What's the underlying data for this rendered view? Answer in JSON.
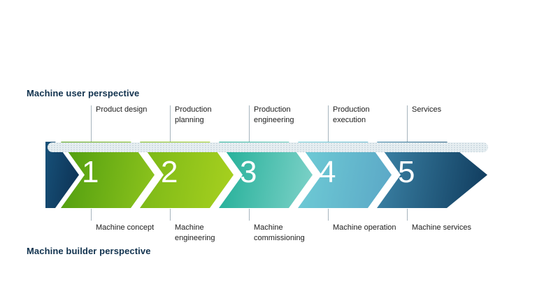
{
  "titles": {
    "top": "Machine user perspective",
    "bottom": "Machine builder perspective"
  },
  "phases": [
    {
      "number": "1",
      "top_label": "Product design",
      "bottom_label": "Machine concept",
      "gradient": [
        "#4e9c0f",
        "#8ec41d"
      ]
    },
    {
      "number": "2",
      "top_label": "Production planning",
      "bottom_label": "Machine engineering",
      "gradient": [
        "#79b717",
        "#a8d11f"
      ]
    },
    {
      "number": "3",
      "top_label": "Production engineering",
      "bottom_label": "Machine commissioning",
      "gradient": [
        "#1fae96",
        "#7fd2c9"
      ]
    },
    {
      "number": "4",
      "top_label": "Production execution",
      "bottom_label": "Machine operation",
      "gradient": [
        "#6fcdd6",
        "#5ba7c6"
      ]
    },
    {
      "number": "5",
      "top_label": "Services",
      "bottom_label": "Machine services",
      "gradient": [
        "#3d85a8",
        "#0f3a5c"
      ]
    }
  ],
  "band": {
    "lead_gradient": [
      "#175179",
      "#0c3052"
    ],
    "strip_color": "#e6eef1",
    "tick_color": "#a6b4bd",
    "number_color": "#ffffff",
    "title_color": "#11324e"
  }
}
